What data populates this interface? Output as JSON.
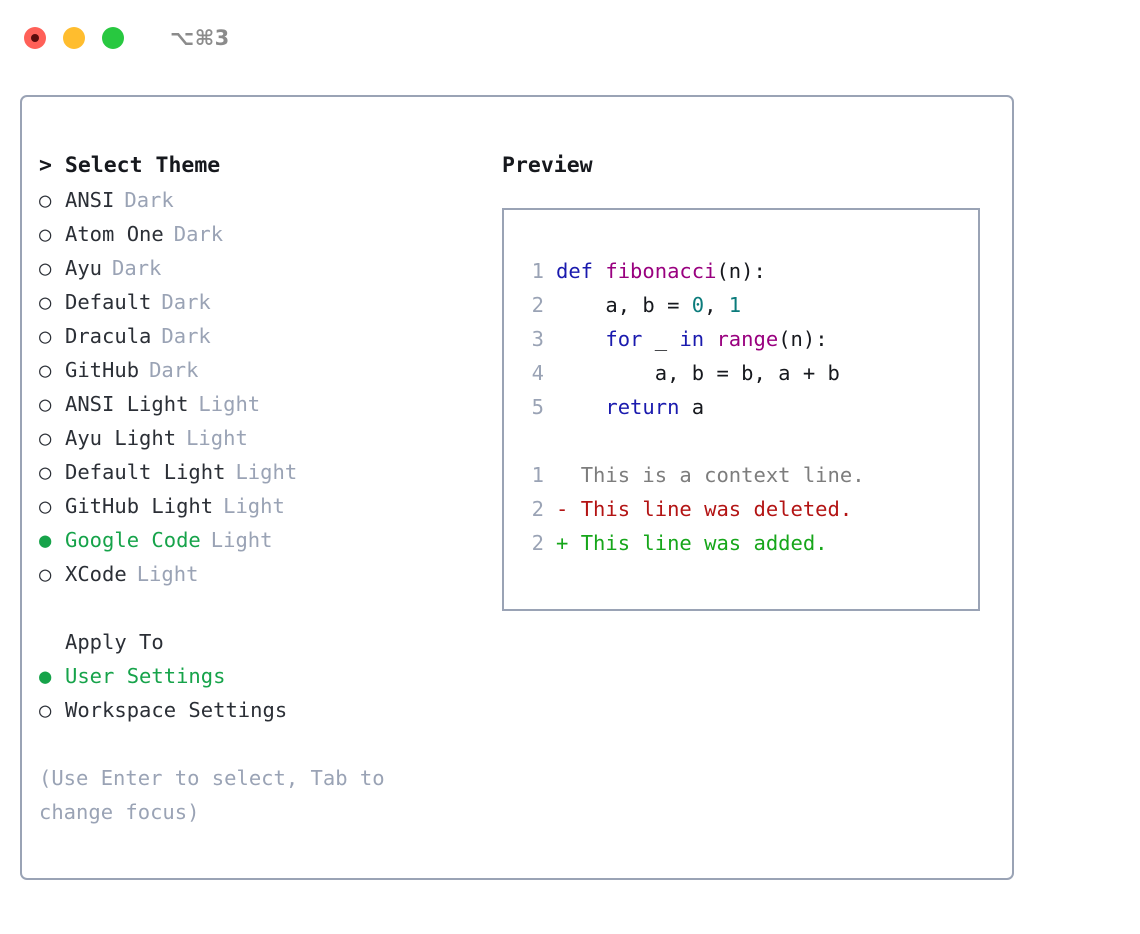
{
  "window": {
    "traffic_lights": [
      "close",
      "minimize",
      "zoom"
    ],
    "shortcut": "⌥⌘3",
    "colors": {
      "red": "#ff6058",
      "yellow": "#ffbd2e",
      "green": "#28c840",
      "accent_green": "#16a34a",
      "muted": "#9aa3b5",
      "border": "#9aa3b5"
    }
  },
  "theme_picker": {
    "heading": "> Select Theme",
    "marker_selected": "●",
    "marker_unselected": "○",
    "options": [
      {
        "name": "ANSI",
        "variant": "Dark",
        "selected": false
      },
      {
        "name": "Atom One",
        "variant": "Dark",
        "selected": false
      },
      {
        "name": "Ayu",
        "variant": "Dark",
        "selected": false
      },
      {
        "name": "Default",
        "variant": "Dark",
        "selected": false
      },
      {
        "name": "Dracula",
        "variant": "Dark",
        "selected": false
      },
      {
        "name": "GitHub",
        "variant": "Dark",
        "selected": false
      },
      {
        "name": "ANSI Light",
        "variant": "Light",
        "selected": false
      },
      {
        "name": "Ayu Light",
        "variant": "Light",
        "selected": false
      },
      {
        "name": "Default Light",
        "variant": "Light",
        "selected": false
      },
      {
        "name": "GitHub Light",
        "variant": "Light",
        "selected": false
      },
      {
        "name": "Google Code",
        "variant": "Light",
        "selected": true
      },
      {
        "name": "XCode",
        "variant": "Light",
        "selected": false
      }
    ]
  },
  "apply_to": {
    "heading": "Apply To",
    "options": [
      {
        "name": "User Settings",
        "selected": true
      },
      {
        "name": "Workspace Settings",
        "selected": false
      }
    ]
  },
  "hint": "(Use Enter to select, Tab to change focus)",
  "preview": {
    "heading": "Preview",
    "code_lines": [
      {
        "number": "1",
        "tokens": [
          {
            "text": "def ",
            "kind": "kw"
          },
          {
            "text": "fibonacci",
            "kind": "fn"
          },
          {
            "text": "(n):",
            "kind": "pln"
          }
        ]
      },
      {
        "number": "2",
        "tokens": [
          {
            "text": "    a, b = ",
            "kind": "pln"
          },
          {
            "text": "0",
            "kind": "num"
          },
          {
            "text": ", ",
            "kind": "pln"
          },
          {
            "text": "1",
            "kind": "num"
          }
        ]
      },
      {
        "number": "3",
        "tokens": [
          {
            "text": "    ",
            "kind": "pln"
          },
          {
            "text": "for",
            "kind": "kw"
          },
          {
            "text": " _ ",
            "kind": "pln"
          },
          {
            "text": "in",
            "kind": "kw"
          },
          {
            "text": " ",
            "kind": "pln"
          },
          {
            "text": "range",
            "kind": "fn"
          },
          {
            "text": "(n):",
            "kind": "pln"
          }
        ]
      },
      {
        "number": "4",
        "tokens": [
          {
            "text": "        a, b = b, a + b",
            "kind": "pln"
          }
        ]
      },
      {
        "number": "5",
        "tokens": [
          {
            "text": "    ",
            "kind": "pln"
          },
          {
            "text": "return",
            "kind": "kw"
          },
          {
            "text": " a",
            "kind": "pln"
          }
        ]
      }
    ],
    "diff_lines": [
      {
        "number": "1",
        "marker": " ",
        "text": "This is a context line.",
        "kind": "ctx"
      },
      {
        "number": "2",
        "marker": "-",
        "text": "This line was deleted.",
        "kind": "del"
      },
      {
        "number": "2",
        "marker": "+",
        "text": "This line was added.",
        "kind": "add"
      }
    ]
  }
}
